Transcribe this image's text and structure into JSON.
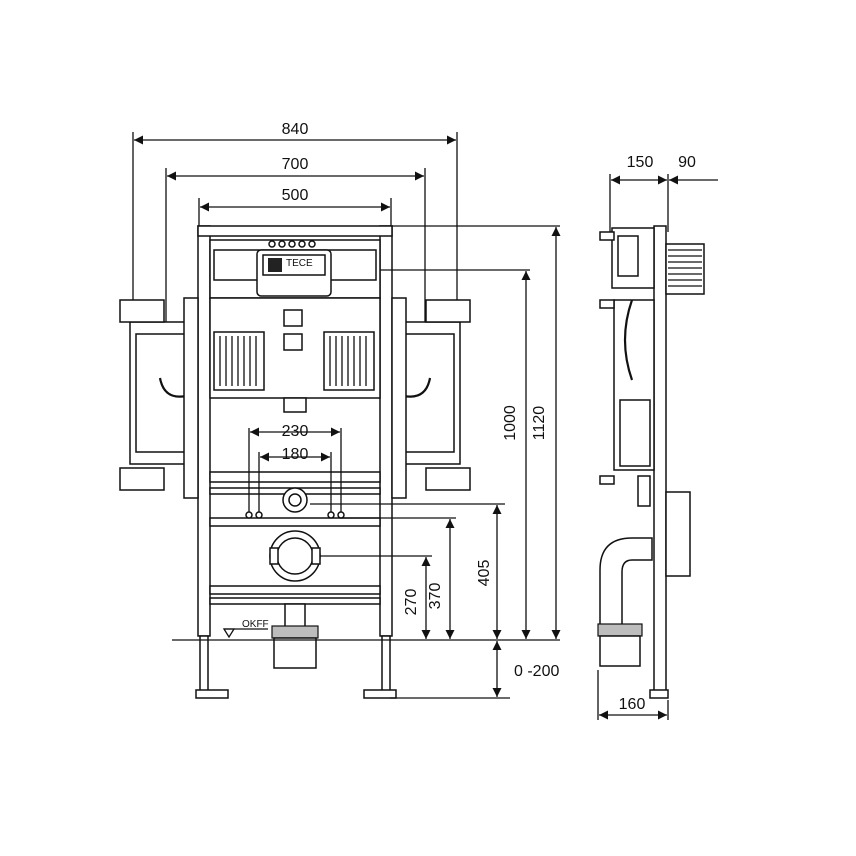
{
  "front_view": {
    "widths": {
      "overall": "840",
      "mid": "700",
      "frame": "500"
    },
    "heights": {
      "total": "1120",
      "upper": "1000"
    },
    "bowl_spacing": {
      "outer": "230",
      "inner": "180"
    },
    "connections": {
      "drain": "405",
      "pipe_top": "370",
      "pipe_center": "270"
    },
    "floor_label": "OKFF",
    "adjust_range": "0 -200"
  },
  "side_view": {
    "depths": {
      "frame": "150",
      "cistern": "90",
      "pipe": "160"
    }
  },
  "colors": {
    "line": "#111111",
    "background": "#ffffff",
    "fill": "#bdbdbd"
  }
}
